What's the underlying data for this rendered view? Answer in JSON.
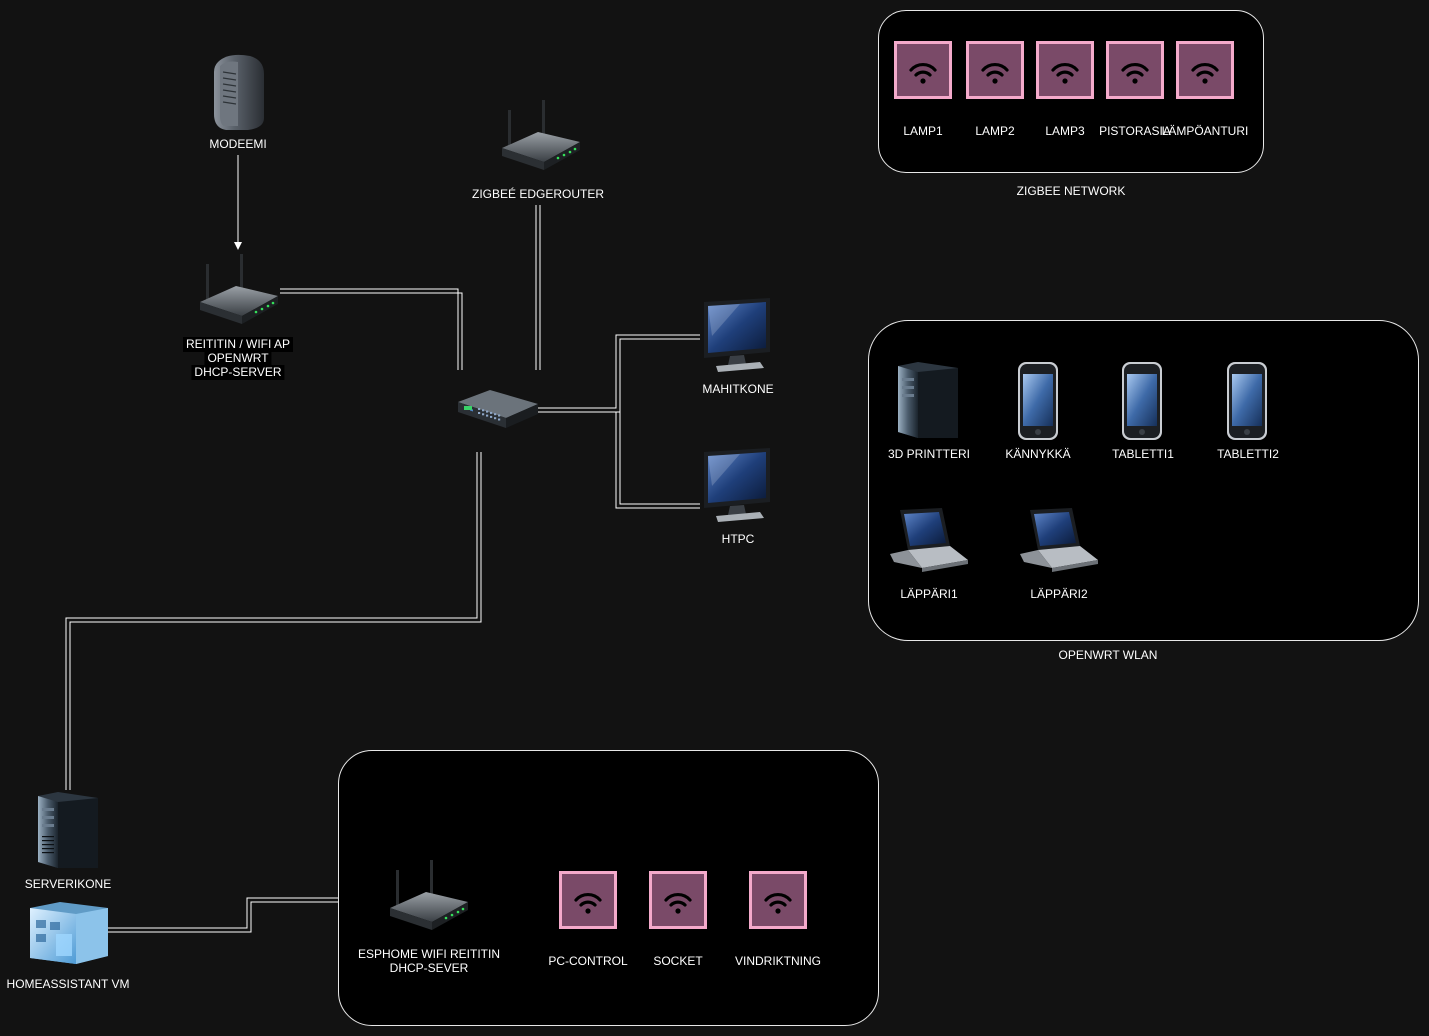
{
  "nodes": {
    "modem": "MODEEMI",
    "router_lines": [
      "REITITIN / WIFI AP",
      "OPENWRT",
      "DHCP-SERVER"
    ],
    "zigbee_router": "ZIGBEÉ EDGEROUTER",
    "desktop": "MAHITKONE",
    "htpc": "HTPC",
    "server": "SERVERIKONE",
    "ha_vm": "HOMEASSISTANT VM",
    "esphome_lines": [
      "ESPHOME WIFI REITITIN",
      "DHCP-SEVER"
    ]
  },
  "zigbee": {
    "title": "ZIGBEE NETWORK",
    "devices": [
      "LAMP1",
      "LAMP2",
      "LAMP3",
      "PISTORASIA",
      "LÄMPÖANTURI"
    ]
  },
  "wlan": {
    "title": "OPENWRT  WLAN",
    "devices": [
      "3D PRINTTERI",
      "KÄNNYKKÄ",
      "TABLETTI1",
      "TABLETTI2",
      "LÄPPÄRI1",
      "LÄPPÄRI2"
    ]
  },
  "esphome": {
    "devices": [
      "PC-CONTROL",
      "SOCKET",
      "VINDRIKTNING"
    ]
  }
}
